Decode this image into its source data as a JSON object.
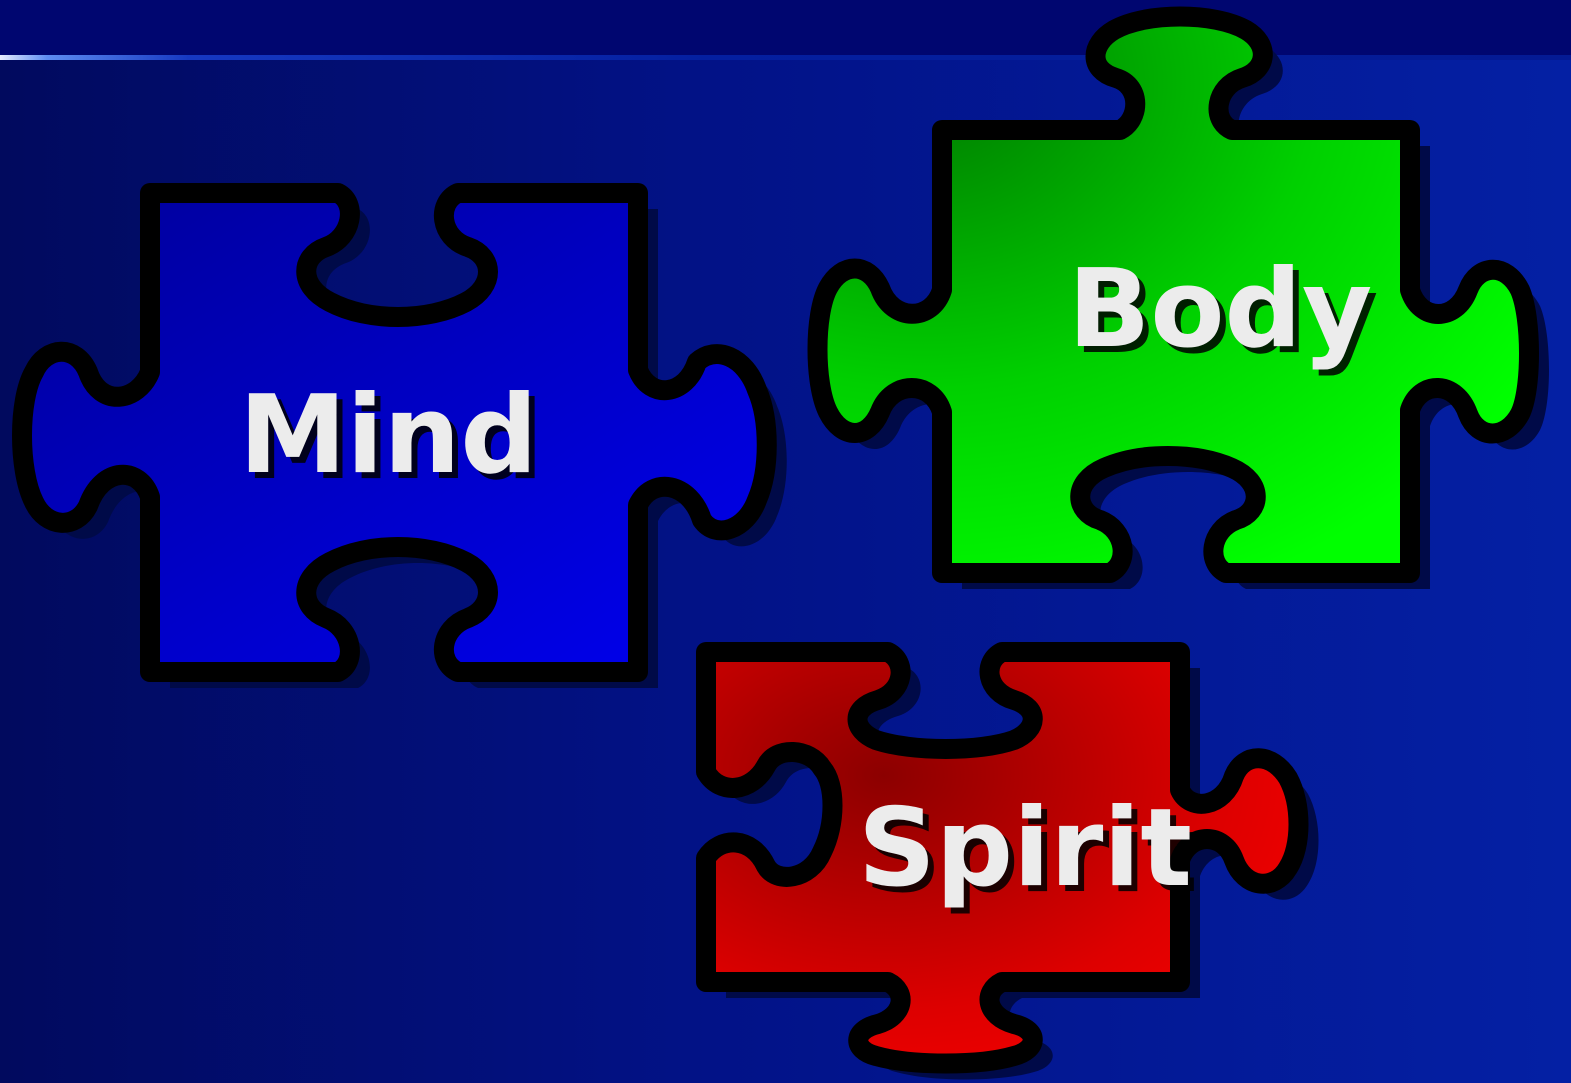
{
  "slide": {
    "background_colors": {
      "dark": "#010a5e",
      "light": "#0420a4",
      "band": "#000670"
    }
  },
  "pieces": {
    "mind": {
      "label": "Mind",
      "color": "#0000e6",
      "icon": "puzzle-piece-icon"
    },
    "body": {
      "label": "Body",
      "color": "#00ff00",
      "icon": "puzzle-piece-icon"
    },
    "spirit": {
      "label": "Spirit",
      "color": "#ff0000",
      "icon": "puzzle-piece-icon"
    }
  }
}
